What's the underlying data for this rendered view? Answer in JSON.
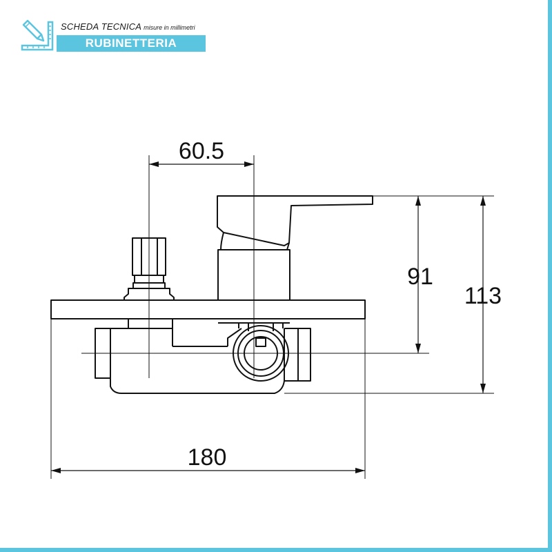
{
  "header": {
    "title": "SCHEDA TECNICA",
    "subtitle": "misure in millimetri",
    "category": "RUBINETTERIA"
  },
  "icons": {
    "logo": "ruler-pencil-icon"
  },
  "colors": {
    "accent": "#5bc4df",
    "line": "#111111",
    "background": "#ffffff"
  },
  "dimensions": {
    "handle_offset": "60.5",
    "spout_height": "91",
    "total_height": "113",
    "total_width": "180"
  }
}
